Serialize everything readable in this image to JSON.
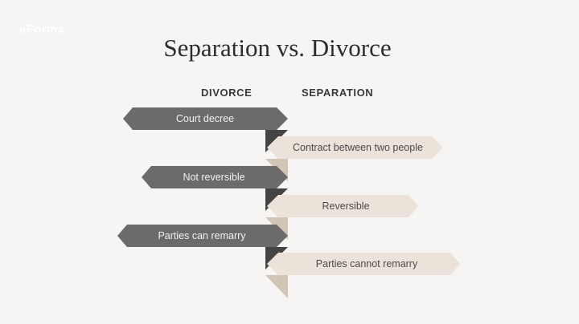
{
  "logo": "eForms",
  "title": "Separation vs. Divorce",
  "headers": {
    "divorce": "DIVORCE",
    "separation": "SEPARATION"
  },
  "divorce": [
    "Court decree",
    "Not reversible",
    "Parties can remarry"
  ],
  "separation": [
    "Contract between two people",
    "Reversible",
    "Parties cannot remarry"
  ],
  "colors": {
    "divorce": "#6b6b6b",
    "divorce_fold": "#444444",
    "separation": "#ebe3da",
    "separation_fold": "#d3c5b6",
    "background": "#f6f5f4"
  }
}
